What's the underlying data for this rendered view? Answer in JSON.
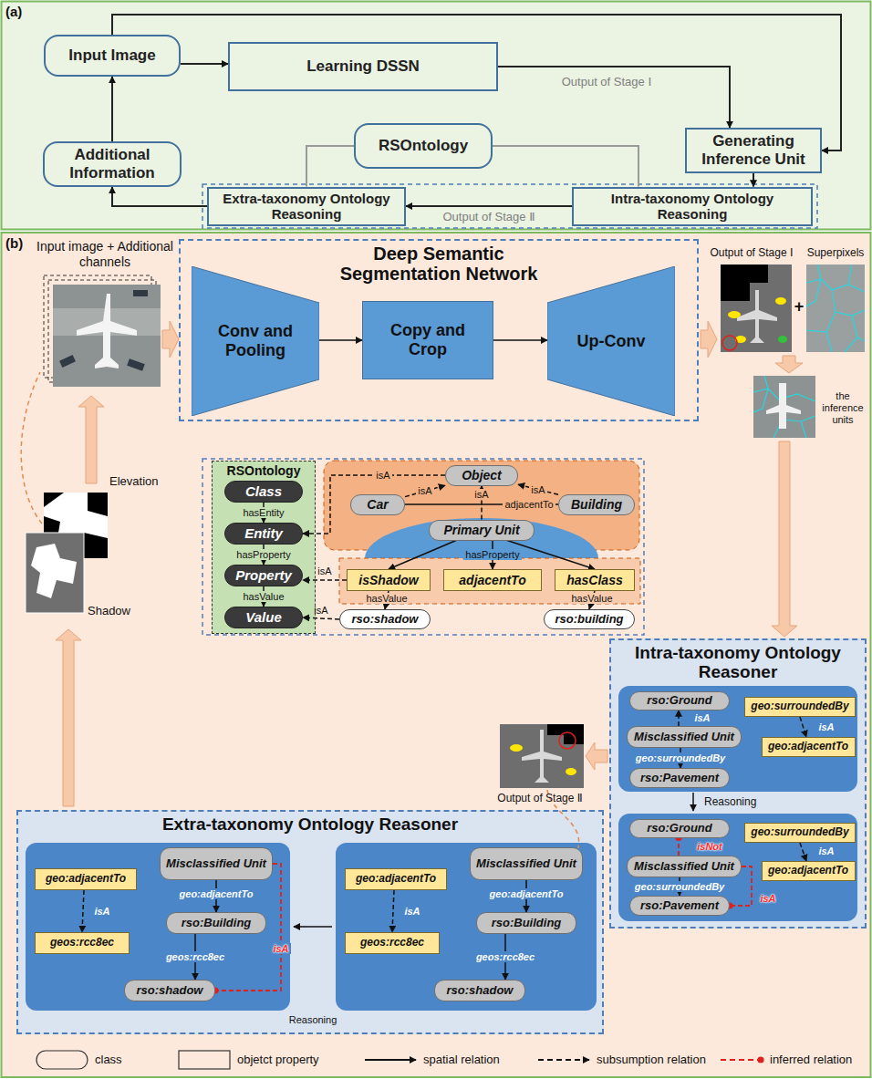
{
  "diagram": {
    "nodes": [
      {
        "text": [
          "Input Image"
        ]
      },
      {
        "text": [
          "Learning DSSN"
        ]
      },
      {
        "text": [
          "Generating Inference Unit"
        ]
      },
      {
        "text": [
          "Additional Information"
        ]
      },
      {
        "text": [
          "RSOntology"
        ]
      },
      {
        "text": [
          "Extra-taxonomy Ontology Reasoning"
        ]
      },
      {
        "text": [
          "Intra-taxonomy Ontology Reasoning"
        ]
      },
      {
        "text": [
          "Deep Semantic Segmentation Network"
        ]
      },
      {
        "text": [
          "Conv and Pooling"
        ],
        "in": 7
      },
      {
        "text": [
          "Copy and Crop"
        ],
        "in": 7
      },
      {
        "text": [
          "Up-Conv"
        ],
        "in": 7
      },
      {
        "text": [
          "RSOntology"
        ]
      },
      {
        "text": [
          "Class"
        ],
        "in": 11
      },
      {
        "text": [
          "Entity"
        ],
        "in": 11
      },
      {
        "text": [
          "Property"
        ],
        "in": 11
      },
      {
        "text": [
          "Value"
        ],
        "in": 11
      },
      {
        "text": [
          "Object"
        ]
      },
      {
        "text": [
          "Car"
        ]
      },
      {
        "text": [
          "Building"
        ]
      },
      {
        "text": [
          "Primary Unit"
        ]
      },
      {
        "text": [
          "isShadow"
        ]
      },
      {
        "text": [
          "adjacentTo"
        ]
      },
      {
        "text": [
          "hasClass"
        ]
      },
      {
        "text": [
          "rso:shadow"
        ]
      },
      {
        "text": [
          "rso:building"
        ]
      },
      {
        "text": [
          "Intra-taxonomy Ontology Reasoner"
        ]
      },
      {
        "text": [
          "rso:Ground"
        ],
        "in": 25
      },
      {
        "text": [
          "Misclassified Unit"
        ],
        "in": 25
      },
      {
        "text": [
          "rso:Pavement"
        ],
        "in": 25
      },
      {
        "text": [
          "geo:surroundedBy"
        ],
        "in": 25
      },
      {
        "text": [
          "geo:adjacentTo"
        ],
        "in": 25
      },
      {
        "text": [
          "rso:Ground"
        ],
        "in": 25
      },
      {
        "text": [
          "Misclassified Unit"
        ],
        "in": 25
      },
      {
        "text": [
          "rso:Pavement"
        ],
        "in": 25
      },
      {
        "text": [
          "geo:surroundedBy"
        ],
        "in": 25
      },
      {
        "text": [
          "geo:adjacentTo"
        ],
        "in": 25
      },
      {
        "text": [
          "Extra-taxonomy Ontology Reasoner"
        ]
      },
      {
        "text": [
          "geo:adjacentTo"
        ],
        "in": 36
      },
      {
        "text": [
          "geos:rcc8ec"
        ],
        "in": 36
      },
      {
        "text": [
          "Misclassified Unit"
        ],
        "in": 36
      },
      {
        "text": [
          "rso:Building"
        ],
        "in": 36
      },
      {
        "text": [
          "rso:shadow"
        ],
        "in": 36
      },
      {
        "text": [
          "geo:adjacentTo"
        ],
        "in": 36
      },
      {
        "text": [
          "geos:rcc8ec"
        ],
        "in": 36
      },
      {
        "text": [
          "Misclassified Unit"
        ],
        "in": 36
      },
      {
        "text": [
          "rso:Building"
        ],
        "in": 36
      },
      {
        "text": [
          "rso:shadow"
        ],
        "in": 36
      }
    ],
    "edges": [
      {
        "from": 0,
        "to": 1,
        "arrow": "to"
      },
      {
        "from": 0,
        "to": 2,
        "arrow": "to"
      },
      {
        "from": 1,
        "to": 2,
        "arrow": "to",
        "label": "Output of Stage Ⅰ"
      },
      {
        "from": 2,
        "to": 6,
        "arrow": "to"
      },
      {
        "from": 6,
        "to": 5,
        "arrow": "to",
        "label": "Output of Stage Ⅱ"
      },
      {
        "from": 5,
        "to": 3,
        "arrow": "to"
      },
      {
        "from": 3,
        "to": 0,
        "arrow": "to"
      },
      {
        "from": 4,
        "to": 5,
        "arrow": "none"
      },
      {
        "from": 4,
        "to": 6,
        "arrow": "none"
      },
      {
        "from": 8,
        "to": 9,
        "arrow": "to"
      },
      {
        "from": 9,
        "to": 10,
        "arrow": "to"
      },
      {
        "from": 12,
        "to": 13,
        "arrow": "to",
        "label": "hasEntity"
      },
      {
        "from": 13,
        "to": 14,
        "arrow": "to",
        "label": "hasProperty"
      },
      {
        "from": 14,
        "to": 15,
        "arrow": "to",
        "label": "hasValue"
      },
      {
        "from": 17,
        "to": 16,
        "arrow": "to",
        "label": "isA"
      },
      {
        "from": 18,
        "to": 16,
        "arrow": "to",
        "label": "isA"
      },
      {
        "from": 19,
        "to": 16,
        "arrow": "to",
        "label": "isA"
      },
      {
        "from": 17,
        "to": 18,
        "arrow": "none",
        "label": "adjacentTo"
      },
      {
        "from": 19,
        "to": 20,
        "arrow": "to"
      },
      {
        "from": 19,
        "to": 21,
        "arrow": "to",
        "label": "hasProperty"
      },
      {
        "from": 19,
        "to": 22,
        "arrow": "to"
      },
      {
        "from": 20,
        "to": 23,
        "arrow": "to",
        "label": "hasValue"
      },
      {
        "from": 22,
        "to": 24,
        "arrow": "to",
        "label": "hasValue"
      },
      {
        "from": 16,
        "to": 13,
        "arrow": "to",
        "label": "isA"
      },
      {
        "from": 20,
        "to": 14,
        "arrow": "to",
        "label": "isA"
      },
      {
        "from": 23,
        "to": 15,
        "arrow": "to",
        "label": "isA"
      },
      {
        "from": 27,
        "to": 26,
        "arrow": "to",
        "label": "isA"
      },
      {
        "from": 27,
        "to": 28,
        "arrow": "to",
        "label": "geo:surroundedBy"
      },
      {
        "from": 29,
        "to": 30,
        "arrow": "to",
        "label": "isA"
      },
      {
        "from": 32,
        "to": 31,
        "arrow": "to",
        "label": "isNot"
      },
      {
        "from": 32,
        "to": 33,
        "arrow": "to",
        "label": "geo:surroundedBy"
      },
      {
        "from": 34,
        "to": 35,
        "arrow": "to",
        "label": "isA"
      },
      {
        "from": 32,
        "to": 33,
        "arrow": "to",
        "label": "isA"
      },
      {
        "from": 39,
        "to": 40,
        "arrow": "to",
        "label": "geo:adjacentTo"
      },
      {
        "from": 37,
        "to": 38,
        "arrow": "to",
        "label": "isA"
      },
      {
        "from": 40,
        "to": 41,
        "arrow": "to",
        "label": "geos:rcc8ec"
      },
      {
        "from": 39,
        "to": 41,
        "arrow": "to",
        "label": "isA"
      },
      {
        "from": 44,
        "to": 45,
        "arrow": "to",
        "label": "geo:adjacentTo"
      },
      {
        "from": 42,
        "to": 43,
        "arrow": "to",
        "label": "isA"
      },
      {
        "from": 45,
        "to": 46,
        "arrow": "to",
        "label": "geos:rcc8ec"
      }
    ],
    "labels": [
      "(a)",
      "(b)",
      "Input image + Additional channels",
      "Output of Stage Ⅰ",
      "+",
      "Superpixels",
      "the inference units",
      "Elevation",
      "Shadow",
      "Output of Stage Ⅱ",
      "Reasoning",
      "Reasoning"
    ],
    "legend": [
      {
        "text": "class"
      },
      {
        "text": "objetct property"
      },
      {
        "text": "spatial relation"
      },
      {
        "text": "subsumption relation"
      },
      {
        "text": "inferred relation"
      }
    ]
  }
}
